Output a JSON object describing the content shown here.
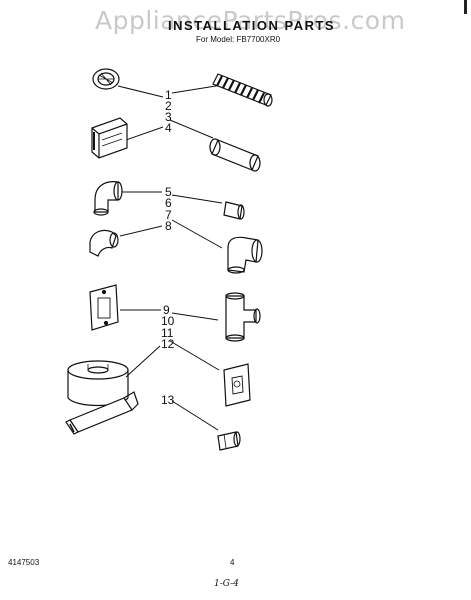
{
  "watermark": "AppliancePartsPros.com",
  "header": {
    "title": "INSTALLATION PARTS",
    "model": "For Model: FB7700XR0"
  },
  "callouts": [
    "1",
    "2",
    "3",
    "4",
    "5",
    "6",
    "7",
    "8",
    "9",
    "10",
    "11",
    "12",
    "13"
  ],
  "footer": {
    "doc_number": "4147503",
    "page": "4",
    "handwritten": "1-G-4"
  }
}
